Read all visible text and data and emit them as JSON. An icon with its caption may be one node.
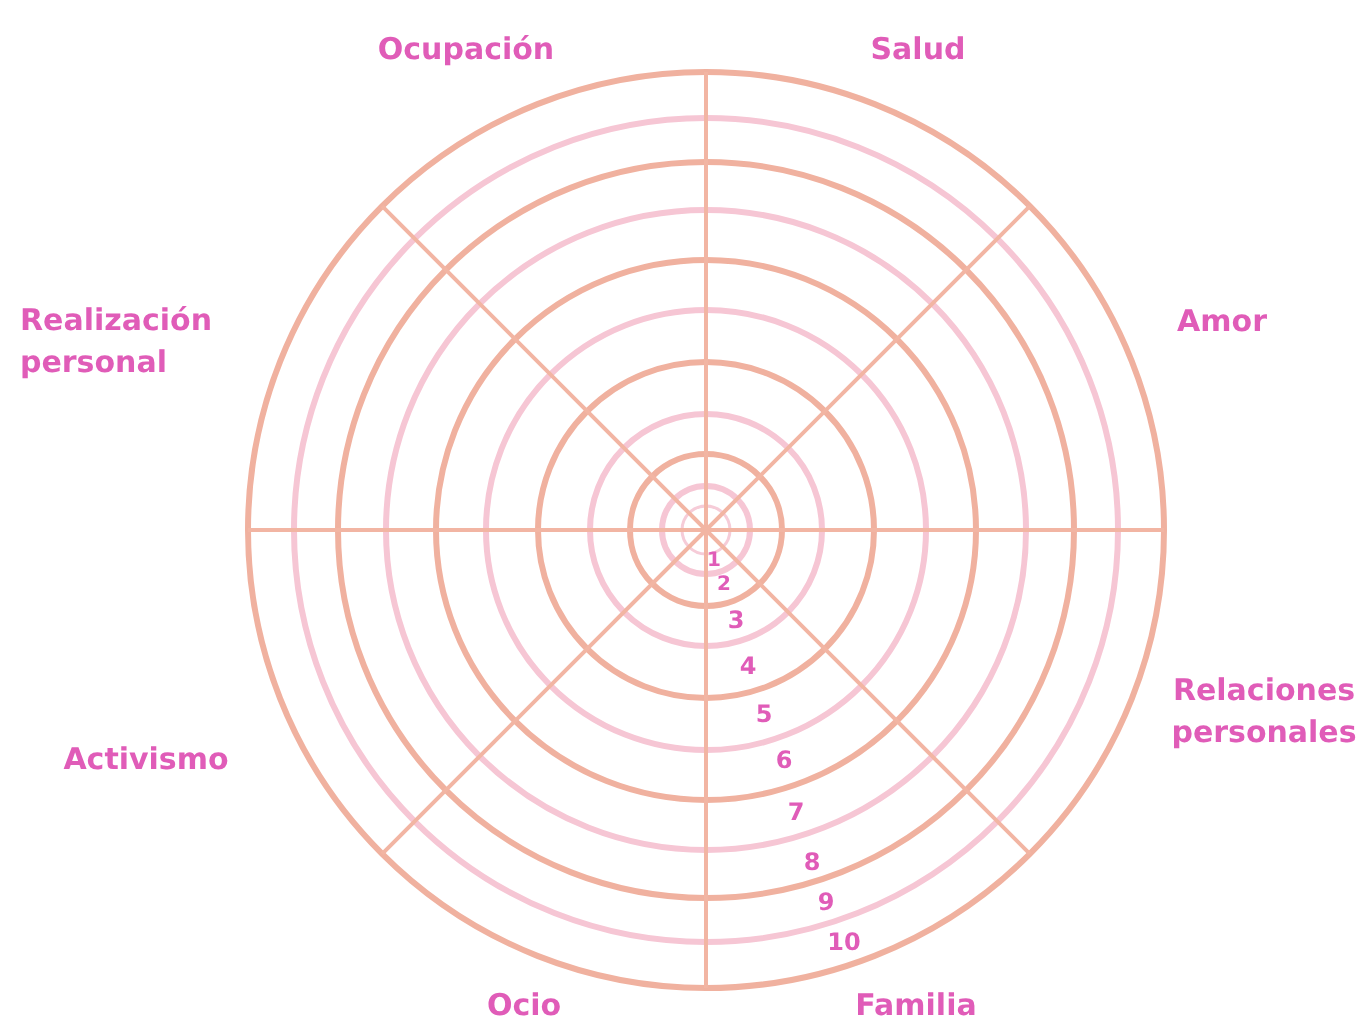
{
  "diagram": {
    "labels": [
      "Ocupación",
      "Salud",
      "Realización personal",
      "Amor",
      "Relaciones personales",
      "Activismo",
      "Ocio",
      "Familia",
      "1",
      "2",
      "3",
      "4",
      "5",
      "6",
      "7",
      "8",
      "9",
      "10"
    ]
  }
}
